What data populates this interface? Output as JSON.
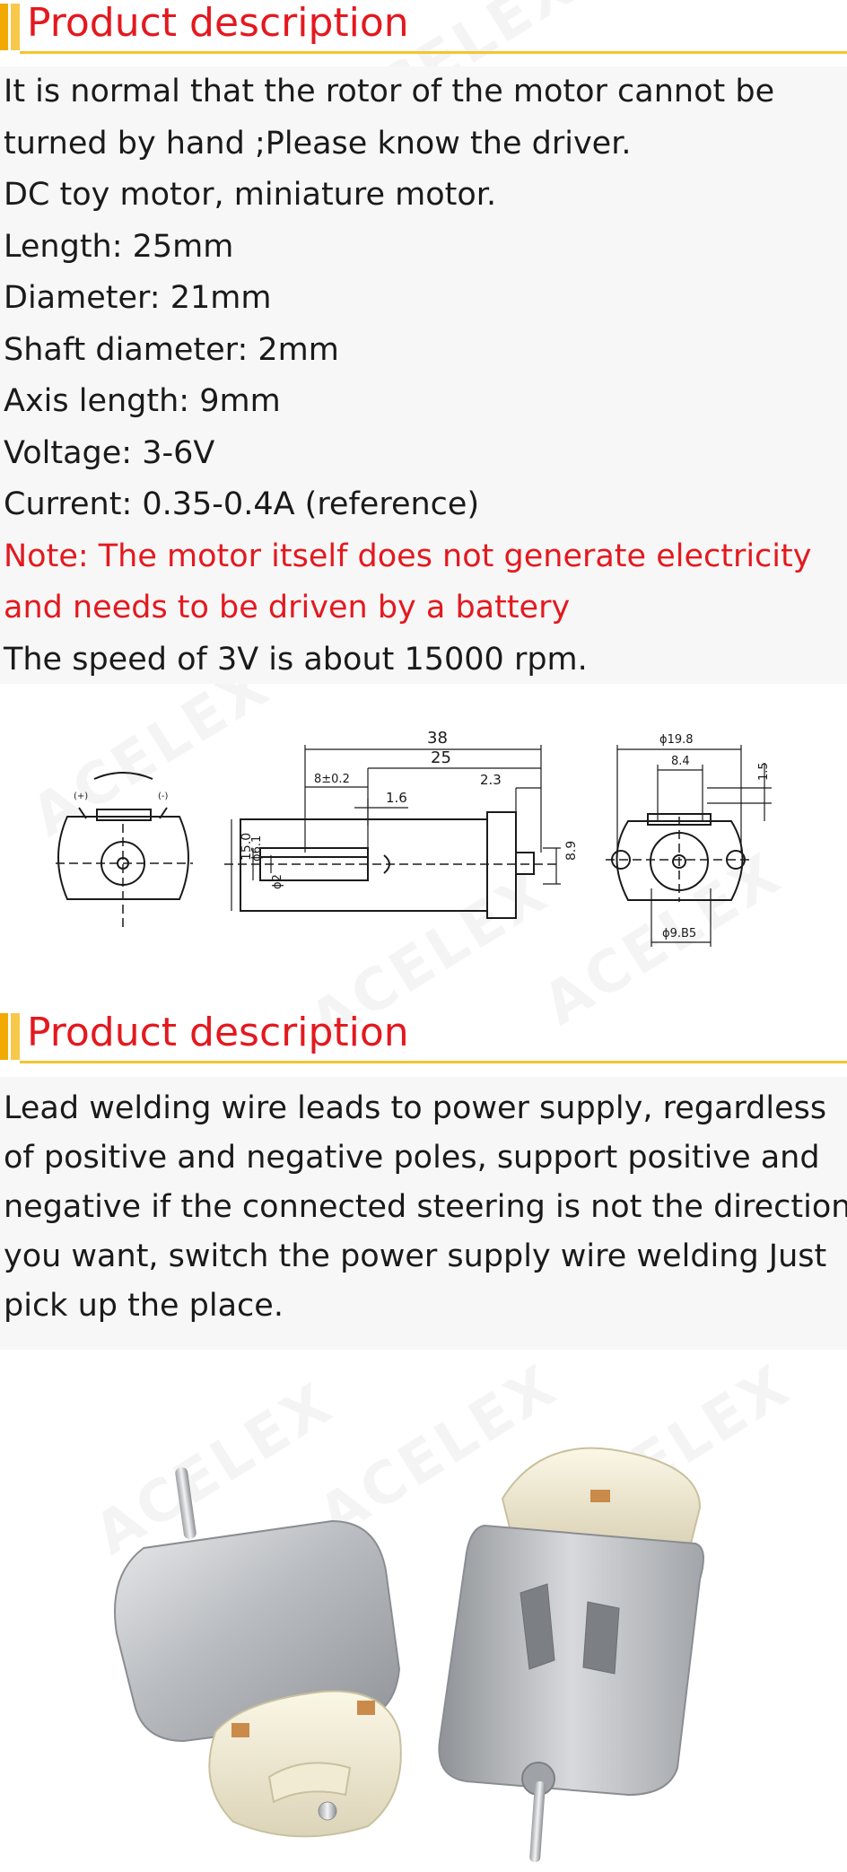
{
  "section1": {
    "title": "Product description",
    "lines": [
      "It is normal that the rotor of the motor cannot be",
      "turned by hand ;Please know the driver.",
      "DC toy motor, miniature motor.",
      "Length:  25mm",
      "Diameter:  21mm",
      "Shaft diameter:  2mm",
      "Axis length:  9mm",
      "Voltage:  3-6V",
      "Current:  0.35-0.4A (reference)"
    ],
    "note_lines": [
      "Note:  The motor itself does not generate electricity",
      "and needs to be driven by a battery"
    ],
    "last_line": "The speed of 3V is about 15000 rpm."
  },
  "drawing": {
    "terminal_plus": "(+)",
    "terminal_minus": "(-)",
    "dim_38": "38",
    "dim_25": "25",
    "dim_8": "8±0.2",
    "dim_2_3": "2.3",
    "dim_1_6": "1.6",
    "dim_15": "15.0",
    "dim_6_1": "ϕ6.1",
    "dim_phi2": "ϕ2",
    "dim_8_9": "8.9",
    "dim_19_8": "ϕ19.8",
    "dim_8_4": "8.4",
    "dim_1_5": "1.5",
    "dim_9_85": "ϕ9.B5"
  },
  "section2": {
    "title": "Product description",
    "lines": [
      "Lead welding wire leads to power supply, regardless",
      "of positive and negative poles, support positive and",
      "negative if the connected steering is not the direction",
      "you want, switch the power supply wire welding Just",
      "pick up the place."
    ]
  },
  "watermark": "ACELEX",
  "colors": {
    "accent_red": "#e3191f",
    "accent_yellow": "#f4c430",
    "panel_bg": "#f7f7f7"
  }
}
